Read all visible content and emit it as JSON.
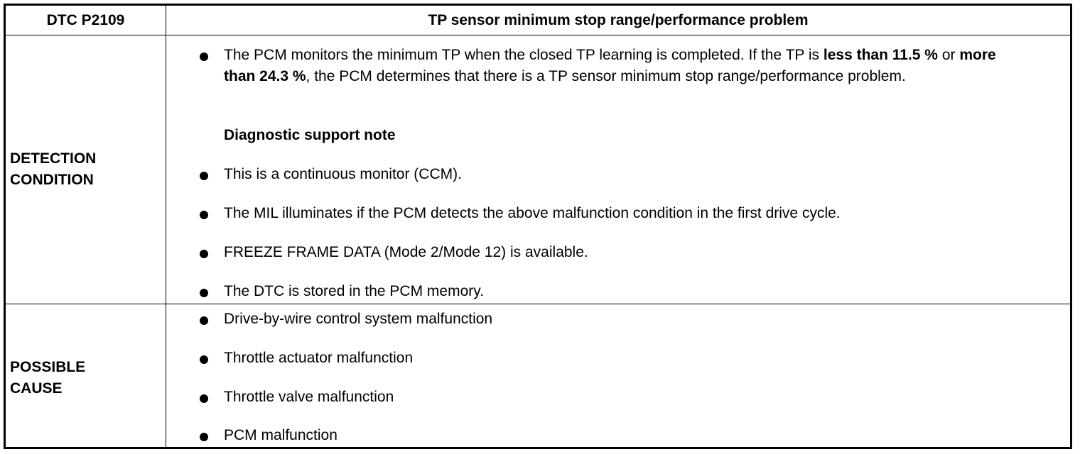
{
  "header": {
    "code": "DTC P2109",
    "title": "TP sensor minimum stop range/performance problem"
  },
  "detection": {
    "label_line1": "DETECTION",
    "label_line2": "CONDITION",
    "main_bullet": {
      "part1": "The PCM monitors the minimum TP when the closed TP learning is completed. If the TP is ",
      "bold1": "less than 11.5 %",
      "part2": " or ",
      "bold2": "more than 24.3 %",
      "part3": ", the PCM determines that there is a TP sensor minimum stop range/performance problem."
    },
    "support_note_heading": "Diagnostic support note",
    "support_notes": [
      "This is a continuous monitor (CCM).",
      "The MIL illuminates if the PCM detects the above malfunction condition in the first drive cycle.",
      "FREEZE FRAME DATA (Mode 2/Mode 12) is available.",
      "The DTC is stored in the PCM memory."
    ]
  },
  "possible_cause": {
    "label_line1": "POSSIBLE",
    "label_line2": "CAUSE",
    "items": [
      "Drive-by-wire control system malfunction",
      "Throttle actuator malfunction",
      "Throttle valve malfunction",
      "PCM malfunction"
    ]
  }
}
